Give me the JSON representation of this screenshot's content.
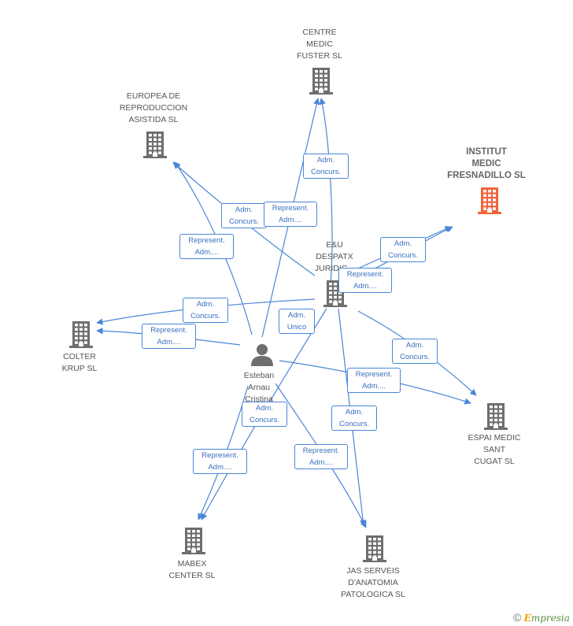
{
  "nodes": {
    "centre_medic": {
      "label": "CENTRE\nMEDIC\nFUSTER SL"
    },
    "europea": {
      "label": "EUROPEA DE\nREPRODUCCION\nASISTIDA SL"
    },
    "institut": {
      "label": "INSTITUT\nMEDIC\nFRESNADILLO SL"
    },
    "eu_despatx": {
      "label": "E&U\nDESPATX\nJURIDIC..."
    },
    "colter": {
      "label": "COLTER\nKRUP SL"
    },
    "esteban": {
      "label": "Esteban\nArnau\nCristina"
    },
    "espai": {
      "label": "ESPAI MEDIC\nSANT\nCUGAT SL"
    },
    "mabex": {
      "label": "MABEX\nCENTER SL"
    },
    "jas": {
      "label": "JAS SERVEIS\nD'ANATOMIA\nPATOLOGICA SL"
    }
  },
  "edge_labels": [
    {
      "id": "e1",
      "text": "Adm.\nConcurs."
    },
    {
      "id": "e2",
      "text": "Adm.\nConcurs."
    },
    {
      "id": "e3",
      "text": "Represent.\nAdm...."
    },
    {
      "id": "e4",
      "text": "Represent.\nAdm...."
    },
    {
      "id": "e5",
      "text": "Adm.\nConcurs."
    },
    {
      "id": "e6",
      "text": "Represent.\nAdm...."
    },
    {
      "id": "e7",
      "text": "Adm.\nConcurs."
    },
    {
      "id": "e8",
      "text": "Represent.\nAdm...."
    },
    {
      "id": "e9",
      "text": "Adm.\nUnico"
    },
    {
      "id": "e10",
      "text": "Adm.\nConcurs."
    },
    {
      "id": "e11",
      "text": "Represent.\nAdm...."
    },
    {
      "id": "e12",
      "text": "Adm.\nConcurs."
    },
    {
      "id": "e13",
      "text": "Adm.\nConcurs."
    },
    {
      "id": "e14",
      "text": "Represent.\nAdm...."
    },
    {
      "id": "e15",
      "text": "Represent.\nAdm...."
    }
  ],
  "colors": {
    "edge": "#4a86d8",
    "building": "#6e6e6e",
    "focus_building": "#f0643a",
    "person": "#6e6e6e"
  },
  "credit": {
    "copyright": "©",
    "brand_initial": "E",
    "brand_rest": "mpresia"
  }
}
